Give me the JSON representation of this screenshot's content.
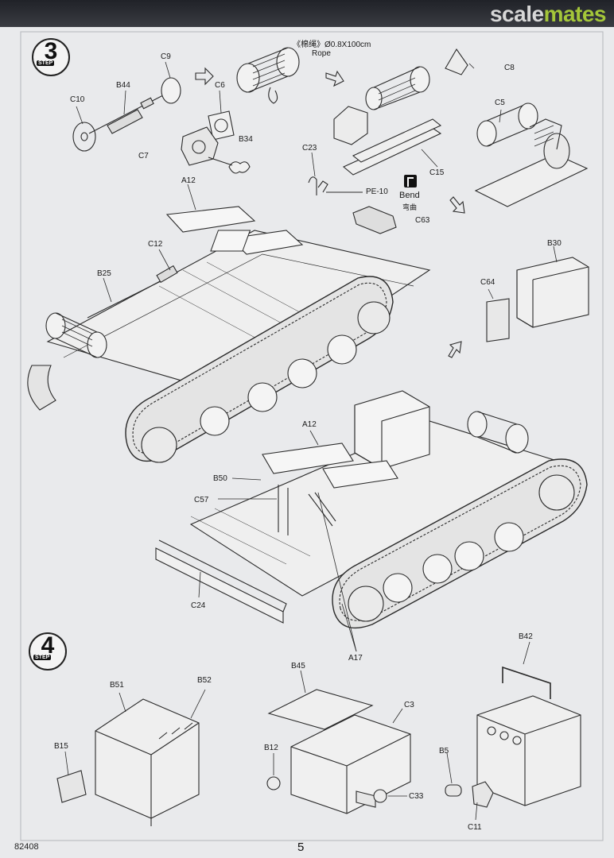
{
  "watermark": {
    "part1": "scale",
    "part2": "mates"
  },
  "steps": {
    "step3": "3",
    "step4": "4",
    "step_word": "STEP"
  },
  "rope_note": {
    "chinese": "《棉绳》",
    "spec": "Ø0.8X100cm",
    "english": "Rope"
  },
  "bend_note": {
    "english": "Bend",
    "chinese": "弯曲"
  },
  "parts": {
    "C10": "C10",
    "C9": "C9",
    "B44": "B44",
    "C6": "C6",
    "C7": "C7",
    "B34": "B34",
    "C23": "C23",
    "PE10": "PE-10",
    "C63": "C63",
    "C8": "C8",
    "C5": "C5",
    "C15": "C15",
    "A12a": "A12",
    "C12": "C12",
    "B25": "B25",
    "B30": "B30",
    "C64": "C64",
    "A12b": "A12",
    "B50": "B50",
    "C57": "C57",
    "C24": "C24",
    "A17": "A17",
    "B51": "B51",
    "B52": "B52",
    "B15": "B15",
    "B45": "B45",
    "C3": "C3",
    "B12": "B12",
    "C33": "C33",
    "B42": "B42",
    "B5": "B5",
    "C11": "C11"
  },
  "footer": {
    "catalog": "82408",
    "page": "5"
  }
}
